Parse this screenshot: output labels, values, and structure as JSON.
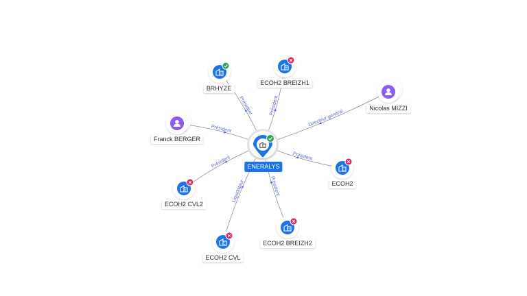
{
  "center": {
    "name": "ENERALYS",
    "status": "active",
    "icon": "company-icon"
  },
  "nodes": [
    {
      "id": "brhyze",
      "label": "BRHYZE",
      "kind": "company",
      "status": "active",
      "relation": "Président"
    },
    {
      "id": "ecoh2-breizh1",
      "label": "ECOH2 BREIZH1",
      "kind": "company",
      "status": "closed",
      "relation": "Président"
    },
    {
      "id": "nicolas-mizzi",
      "label": "Nicolas MIZZI",
      "kind": "person",
      "relation": "Directeur général"
    },
    {
      "id": "franck-berger",
      "label": "Franck BERGER",
      "kind": "person",
      "relation": "Président"
    },
    {
      "id": "ecoh2",
      "label": "ECOH2",
      "kind": "company",
      "status": "closed",
      "relation": "Président"
    },
    {
      "id": "ecoh2-cvl2",
      "label": "ECOH2 CVL2",
      "kind": "company",
      "status": "closed",
      "relation": "Président"
    },
    {
      "id": "ecoh2-breizh2",
      "label": "ECOH2 BREIZH2",
      "kind": "company",
      "status": "closed",
      "relation": "Président"
    },
    {
      "id": "ecoh2-cvl",
      "label": "ECOH2 CVL",
      "kind": "company",
      "status": "closed",
      "relation": "Liquidateur"
    }
  ],
  "colors": {
    "company": "#1a73e8",
    "person": "#8a5cf0",
    "active": "#2e9e5b",
    "closed": "#e0245e",
    "edge": "#8a8f9a",
    "edge_label": "#5867c9"
  }
}
